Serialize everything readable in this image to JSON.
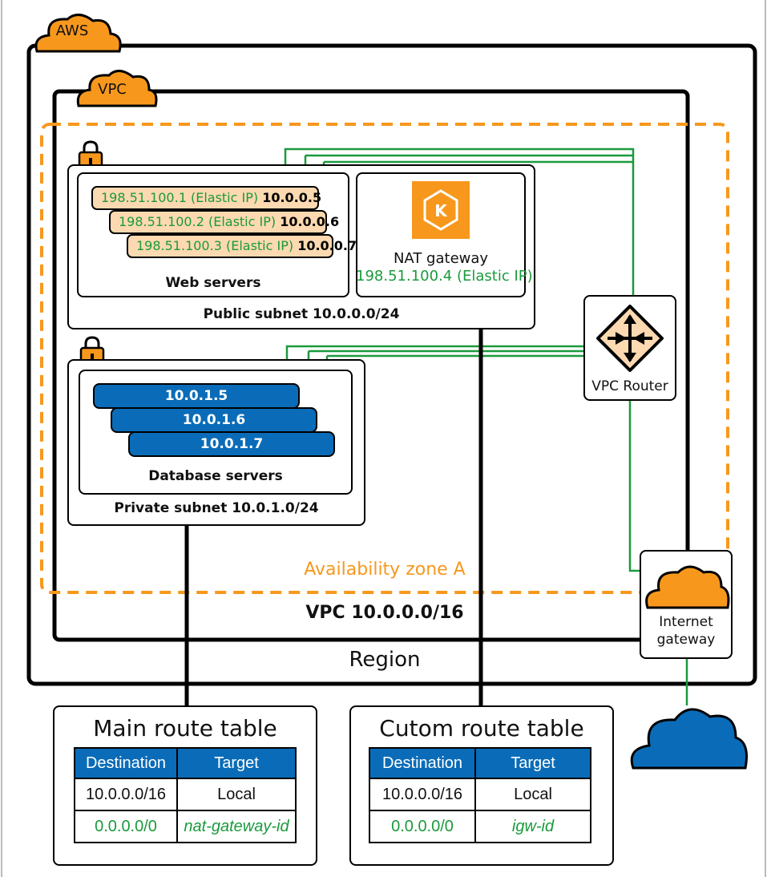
{
  "labels": {
    "aws": "AWS",
    "vpc": "VPC",
    "region": "Region",
    "vpc_cidr": "VPC 10.0.0.0/16",
    "availability_zone": "Availability zone A",
    "public_subnet": "Public subnet 10.0.0.0/24",
    "private_subnet": "Private subnet 10.0.1.0/24",
    "web_servers": "Web servers",
    "database_servers": "Database servers",
    "nat_gateway": "NAT gateway",
    "nat_ip": "198.51.100.4 (Elastic IP)",
    "vpc_router": "VPC Router",
    "internet_gateway_1": "Internet",
    "internet_gateway_2": "gateway"
  },
  "web_servers": [
    {
      "elastic_ip": "198.51.100.1 (Elastic IP)",
      "private_ip": "10.0.0.5"
    },
    {
      "elastic_ip": "198.51.100.2 (Elastic IP)",
      "private_ip": "10.0.0.6"
    },
    {
      "elastic_ip": "198.51.100.3 (Elastic IP)",
      "private_ip": "10.0.0.7"
    }
  ],
  "db_servers": [
    "10.0.1.5",
    "10.0.1.6",
    "10.0.1.7"
  ],
  "route_tables": {
    "main": {
      "title": "Main route table",
      "headers": [
        "Destination",
        "Target"
      ],
      "rows": [
        [
          "10.0.0.0/16",
          "Local"
        ],
        [
          "0.0.0.0/0",
          "nat-gateway-id"
        ]
      ]
    },
    "custom": {
      "title": "Cutom route table",
      "headers": [
        "Destination",
        "Target"
      ],
      "rows": [
        [
          "10.0.0.0/16",
          "Local"
        ],
        [
          "0.0.0.0/0",
          "igw-id"
        ]
      ]
    }
  },
  "colors": {
    "aws_orange": "#f7981d",
    "link_green": "#1a9a3c",
    "db_blue": "#0a6cb8",
    "ip_peach": "#fcd9b0"
  }
}
